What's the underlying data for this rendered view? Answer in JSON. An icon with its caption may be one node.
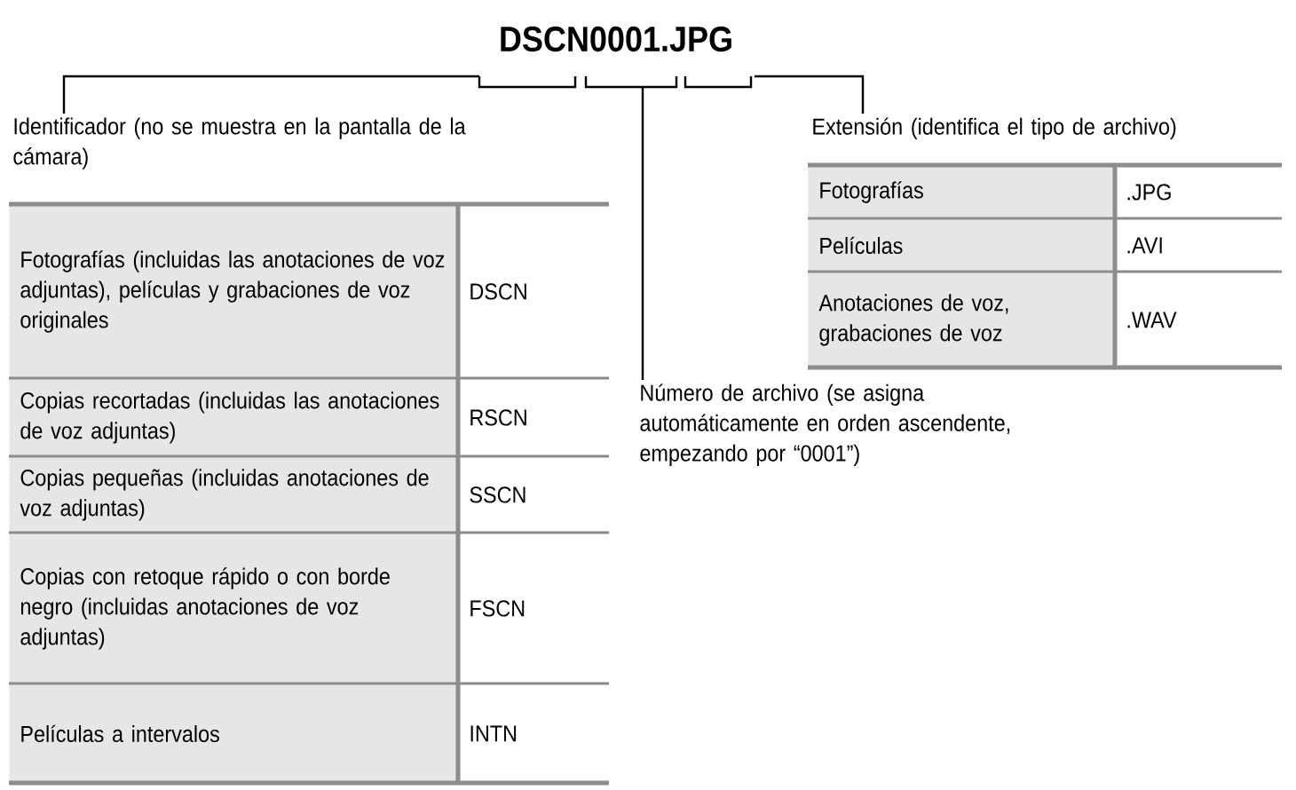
{
  "diagram": {
    "title": "DSCN0001.JPG",
    "nodes": [
      {
        "text": [
          "Identificador (no se muestra en la pantalla de la cámara)"
        ]
      },
      {
        "text": [
          "Número de archivo (se asigna automáticamente en orden ascendente, empezando por “0001”)"
        ]
      },
      {
        "text": [
          "Extensión (identifica el tipo de archivo)"
        ]
      }
    ],
    "edges": [
      {
        "from": 0,
        "to": null,
        "arrow": "none"
      },
      {
        "from": 1,
        "to": null,
        "arrow": "none"
      },
      {
        "from": 2,
        "to": null,
        "arrow": "none"
      }
    ],
    "labels": [
      "Fotografías (incluidas las anotaciones de voz adjuntas), películas y grabaciones de voz originales",
      "DSCN",
      "Copias recortadas (incluidas las anotaciones de voz adjuntas)",
      "RSCN",
      "Copias pequeñas (incluidas anotaciones de voz adjuntas)",
      "SSCN",
      "Copias con retoque rápido o con borde negro (incluidas anotaciones de voz adjuntas)",
      "FSCN",
      "Películas a intervalos",
      "INTN",
      "Fotografías",
      ".JPG",
      "Películas",
      ".AVI",
      "Anotaciones de voz, grabaciones de voz",
      ".WAV"
    ]
  }
}
